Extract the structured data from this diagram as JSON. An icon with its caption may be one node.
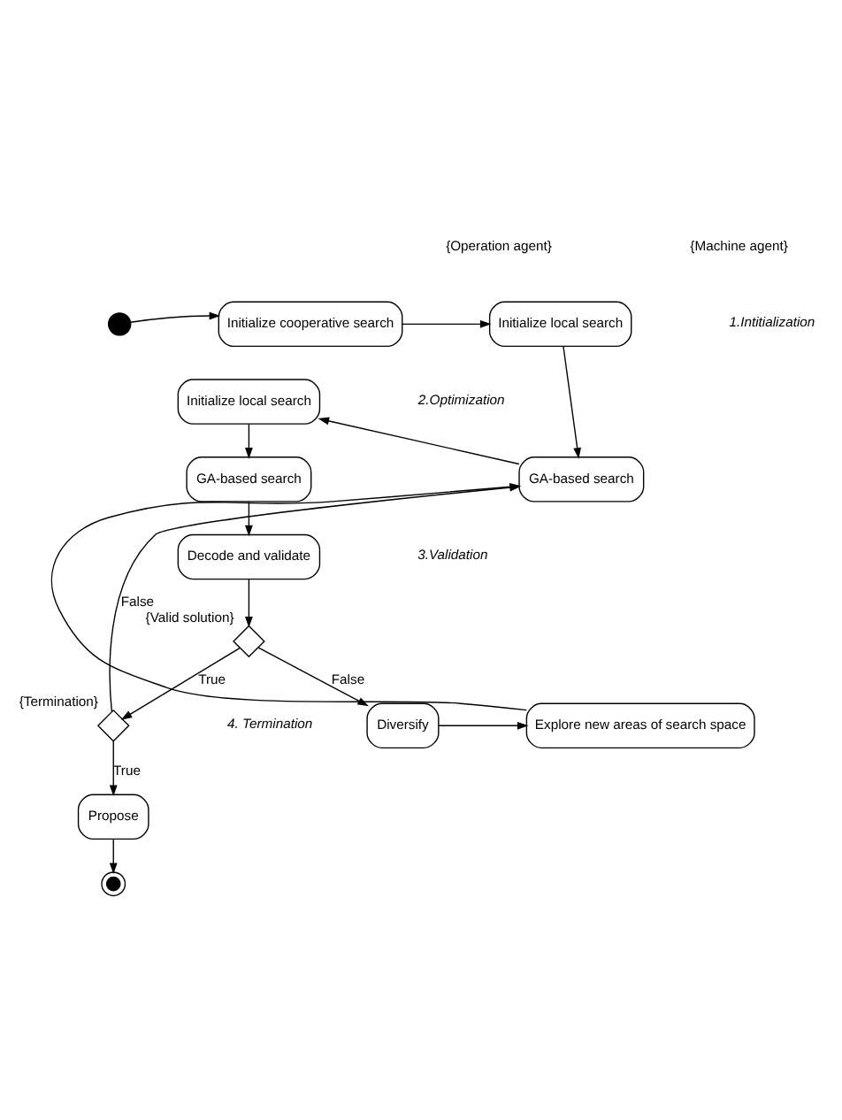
{
  "diagram": {
    "nodes": [
      {
        "text": [],
        "shape": "circle"
      },
      {
        "text": [
          "Initialize cooperative search"
        ]
      },
      {
        "text": [
          "Initialize local search"
        ]
      },
      {
        "text": [
          "Initialize local search"
        ]
      },
      {
        "text": [
          "GA-based search"
        ]
      },
      {
        "text": [
          "GA-based search"
        ]
      },
      {
        "text": [
          "Decode and validate"
        ]
      },
      {
        "text": [],
        "shape": "diamond",
        "beside": [
          "{Valid solution}"
        ]
      },
      {
        "text": [
          "Diversify"
        ]
      },
      {
        "text": [
          "Explore new areas of search space"
        ]
      },
      {
        "text": [],
        "shape": "diamond",
        "beside": [
          "{Termination}"
        ]
      },
      {
        "text": [
          "Propose"
        ]
      },
      {
        "text": [],
        "shape": "circle"
      }
    ],
    "edges": [
      {
        "from": 0,
        "to": 1,
        "arrow": "to"
      },
      {
        "from": 1,
        "to": 2,
        "arrow": "to"
      },
      {
        "from": 2,
        "to": 5,
        "arrow": "to"
      },
      {
        "from": 5,
        "to": 3,
        "arrow": "to"
      },
      {
        "from": 3,
        "to": 4,
        "arrow": "to"
      },
      {
        "from": 4,
        "to": 6,
        "arrow": "to"
      },
      {
        "from": 6,
        "to": 7,
        "arrow": "to"
      },
      {
        "from": 7,
        "to": 10,
        "arrow": "to",
        "label": "True"
      },
      {
        "from": 7,
        "to": 8,
        "arrow": "to",
        "label": "False"
      },
      {
        "from": 8,
        "to": 9,
        "arrow": "to"
      },
      {
        "from": 9,
        "to": 5,
        "arrow": "to"
      },
      {
        "from": 10,
        "to": 5,
        "arrow": "to",
        "label": "False"
      },
      {
        "from": 10,
        "to": 11,
        "arrow": "to",
        "label": "True"
      },
      {
        "from": 11,
        "to": 12,
        "arrow": "to"
      }
    ],
    "labels": [
      "{Operation agent}",
      "{Machine agent}",
      "1.Intitialization",
      "2.Optimization",
      "3.Validation",
      "4. Termination"
    ]
  }
}
